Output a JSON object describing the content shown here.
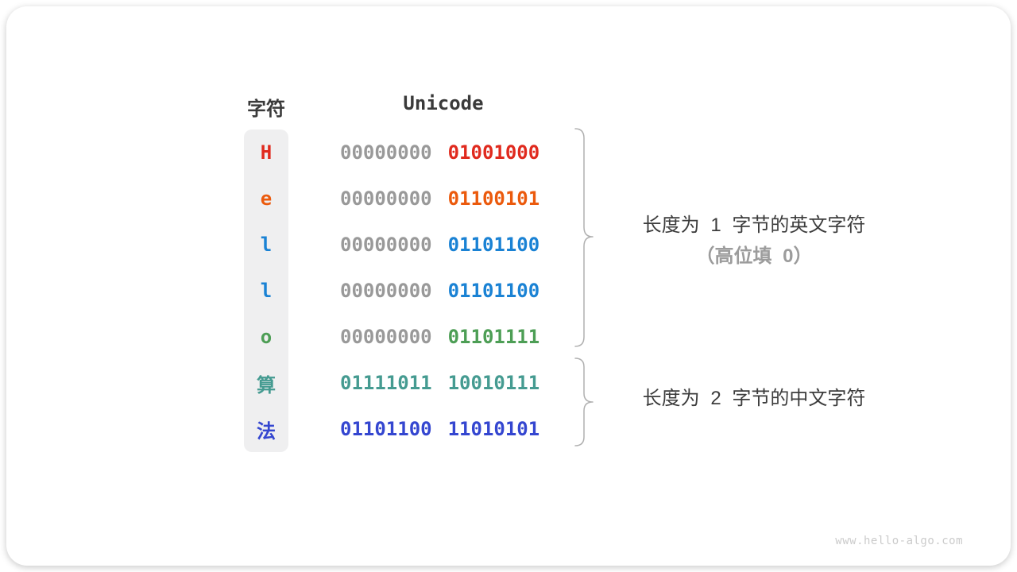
{
  "table": {
    "headers": {
      "character": "字符",
      "unicode": "Unicode"
    },
    "rows": [
      {
        "char": "H",
        "color": "#e02a1e",
        "byte1": "00000000",
        "byte1_gray": true,
        "byte2": "01001000"
      },
      {
        "char": "e",
        "color": "#eb5a0d",
        "byte1": "00000000",
        "byte1_gray": true,
        "byte2": "01100101"
      },
      {
        "char": "l",
        "color": "#1a82d4",
        "byte1": "00000000",
        "byte1_gray": true,
        "byte2": "01101100"
      },
      {
        "char": "l",
        "color": "#1a82d4",
        "byte1": "00000000",
        "byte1_gray": true,
        "byte2": "01101100"
      },
      {
        "char": "o",
        "color": "#4d9e55",
        "byte1": "00000000",
        "byte1_gray": true,
        "byte2": "01101111"
      },
      {
        "char": "算",
        "color": "#459b91",
        "byte1": "01111011",
        "byte1_gray": false,
        "byte2": "10010111"
      },
      {
        "char": "法",
        "color": "#3446d0",
        "byte1": "01101100",
        "byte1_gray": false,
        "byte2": "11010101"
      }
    ]
  },
  "annotations": {
    "english": {
      "line1": "长度为 1 字节的英文字符",
      "line2": "（高位填 0）"
    },
    "chinese": {
      "line1": "长度为 2 字节的中文字符"
    }
  },
  "watermark": "www.hello-algo.com",
  "colors": {
    "zero_gray": "#999999",
    "brace": "#b0b0b0",
    "char_column_bg": "#efeff0",
    "heading_text": "#3a3a3a",
    "annotation_text": "#3c3c3c",
    "annotation_muted": "#9c9c9c"
  }
}
